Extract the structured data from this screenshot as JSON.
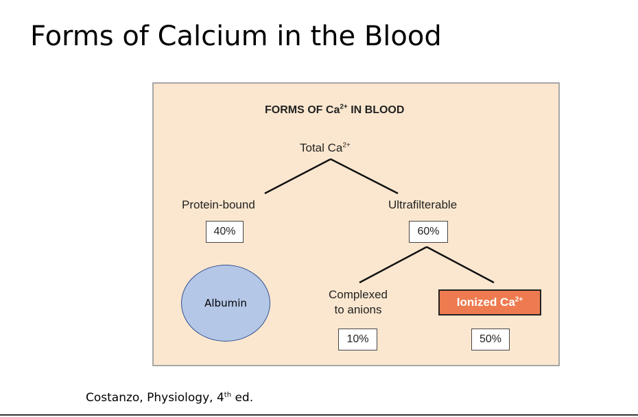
{
  "slide": {
    "title": "Forms of Calcium in the Blood",
    "citation_main": "Costanzo, Physiology, 4",
    "citation_sup": "th",
    "citation_tail": " ed."
  },
  "diagram": {
    "heading_main": "FORMS OF Ca",
    "heading_sup": "2+",
    "heading_tail": " IN BLOOD",
    "total_main": "Total Ca",
    "total_sup": "2+",
    "protein_bound": "Protein-bound",
    "protein_bound_pct": "40%",
    "ultrafilterable": "Ultrafilterable",
    "ultrafilterable_pct": "60%",
    "complexed_line1": "Complexed",
    "complexed_line2": "to anions",
    "complexed_pct": "10%",
    "ionized_main": "Ionized Ca",
    "ionized_sup": "2+",
    "ionized_pct": "50%",
    "albumin": "Albumin"
  },
  "colors": {
    "panel_bg": "#fbe7cf",
    "ionized_bg": "#ee7b4f",
    "albumin_fill": "#b4c7e7"
  }
}
